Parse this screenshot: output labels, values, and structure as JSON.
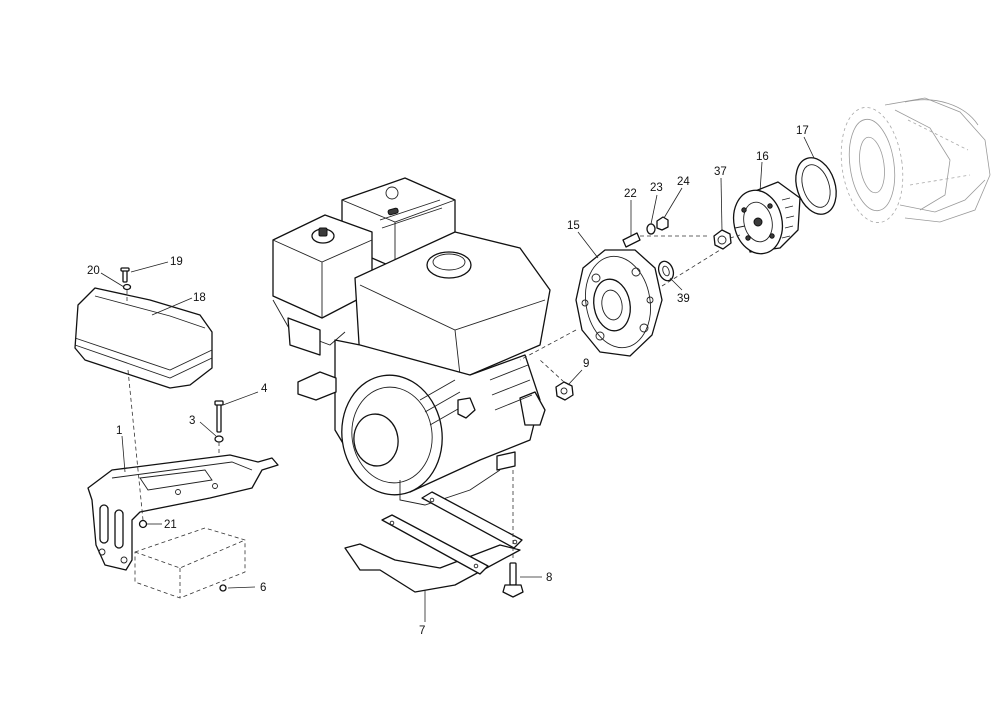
{
  "callouts": {
    "c1": "1",
    "c3": "3",
    "c4": "4",
    "c6": "6",
    "c7": "7",
    "c8": "8",
    "c9": "9",
    "c15": "15",
    "c16": "16",
    "c17": "17",
    "c18": "18",
    "c19": "19",
    "c20": "20",
    "c21": "21",
    "c22": "22",
    "c23": "23",
    "c24": "24",
    "c37": "37",
    "c39": "39"
  }
}
